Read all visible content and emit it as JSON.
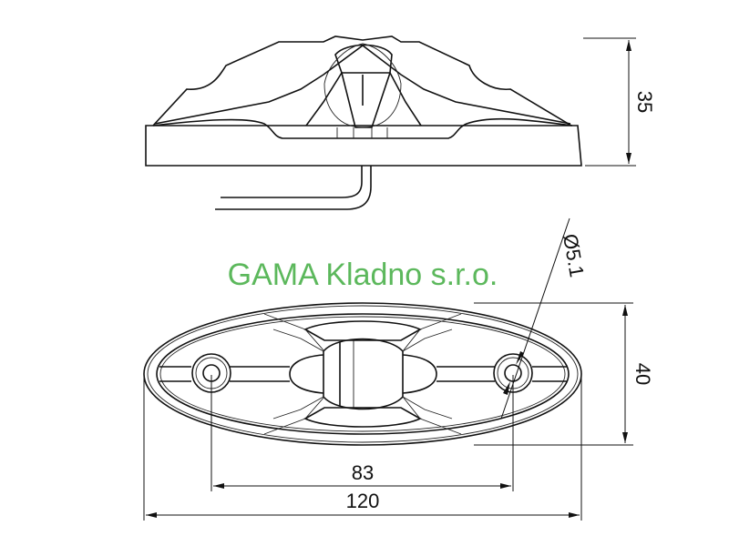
{
  "watermark": {
    "text": "GAMA Kladno s.r.o.",
    "color": "#5cb85c"
  },
  "dimensions": {
    "height": "35",
    "width_top": "40",
    "hole_spacing": "83",
    "overall_length": "120",
    "hole_diameter": "Ø5.1"
  }
}
